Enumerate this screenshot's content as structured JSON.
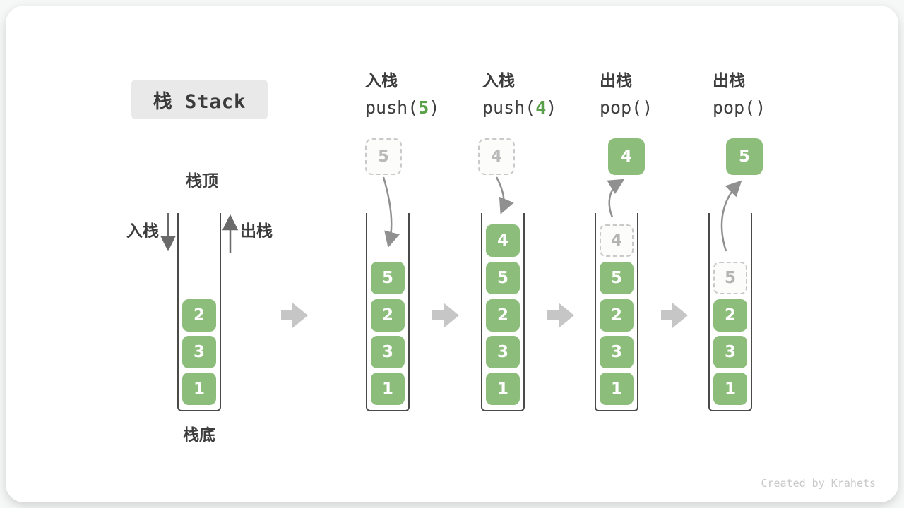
{
  "title": "栈 Stack",
  "watermark": "Created by Krahets",
  "labels": {
    "stack_top": "栈顶",
    "stack_bottom": "栈底",
    "push_side": "入栈",
    "pop_side": "出栈"
  },
  "operations": [
    {
      "label": "入栈",
      "call": "push(",
      "arg": "5",
      "close": ")"
    },
    {
      "label": "入栈",
      "call": "push(",
      "arg": "4",
      "close": ")"
    },
    {
      "label": "出栈",
      "call": "pop(",
      "arg": "",
      "close": ")"
    },
    {
      "label": "出栈",
      "call": "pop(",
      "arg": "",
      "close": ")"
    }
  ],
  "stacks": [
    {
      "name": "stack-state-initial",
      "floating": null,
      "cells": [
        {
          "value": "2",
          "row": 2,
          "ghost": false
        },
        {
          "value": "3",
          "row": 3,
          "ghost": false
        },
        {
          "value": "1",
          "row": 4,
          "ghost": false
        }
      ]
    },
    {
      "name": "stack-state-after-push5",
      "floating": {
        "value": "5",
        "ghost": true
      },
      "cells": [
        {
          "value": "5",
          "row": 1,
          "ghost": false
        },
        {
          "value": "2",
          "row": 2,
          "ghost": false
        },
        {
          "value": "3",
          "row": 3,
          "ghost": false
        },
        {
          "value": "1",
          "row": 4,
          "ghost": false
        }
      ]
    },
    {
      "name": "stack-state-after-push4",
      "floating": {
        "value": "4",
        "ghost": true
      },
      "cells": [
        {
          "value": "4",
          "row": 0,
          "ghost": false
        },
        {
          "value": "5",
          "row": 1,
          "ghost": false
        },
        {
          "value": "2",
          "row": 2,
          "ghost": false
        },
        {
          "value": "3",
          "row": 3,
          "ghost": false
        },
        {
          "value": "1",
          "row": 4,
          "ghost": false
        }
      ]
    },
    {
      "name": "stack-state-after-pop-4",
      "floating": {
        "value": "4",
        "ghost": false
      },
      "cells": [
        {
          "value": "4",
          "row": 0,
          "ghost": true
        },
        {
          "value": "5",
          "row": 1,
          "ghost": false
        },
        {
          "value": "2",
          "row": 2,
          "ghost": false
        },
        {
          "value": "3",
          "row": 3,
          "ghost": false
        },
        {
          "value": "1",
          "row": 4,
          "ghost": false
        }
      ]
    },
    {
      "name": "stack-state-after-pop-5",
      "floating": {
        "value": "5",
        "ghost": false
      },
      "cells": [
        {
          "value": "5",
          "row": 1,
          "ghost": true
        },
        {
          "value": "2",
          "row": 2,
          "ghost": false
        },
        {
          "value": "3",
          "row": 3,
          "ghost": false
        },
        {
          "value": "1",
          "row": 4,
          "ghost": false
        }
      ]
    }
  ],
  "colors": {
    "block_green": "#8cbd7b",
    "code_green": "#5aa04a",
    "tube_line": "#4a4a48",
    "flow_arrow_gray": "#c6c6c6",
    "transfer_arrow_gray": "#909090",
    "ghost_border_gray": "#c9c9c9"
  }
}
